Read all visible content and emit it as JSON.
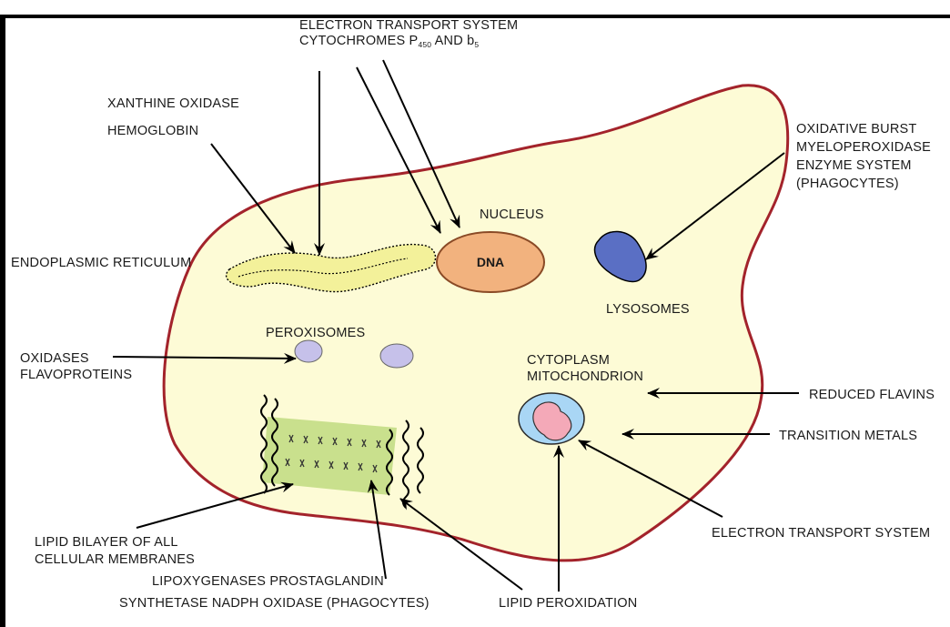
{
  "labels": {
    "ets_top_line1": "ELECTRON TRANSPORT SYSTEM",
    "ets_top_line2_prefix": "CYTOCHROMES P",
    "ets_top_line2_sub1": "450",
    "ets_top_line2_mid": " AND b",
    "ets_top_line2_sub2": "5",
    "xanthine_oxidase": "XANTHINE OXIDASE",
    "hemoglobin": "HEMOGLOBIN",
    "oxidative_burst_line1": "OXIDATIVE BURST",
    "oxidative_burst_line2": "MYELOPEROXIDASE",
    "oxidative_burst_line3": "ENZYME SYSTEM",
    "oxidative_burst_line4": "(PHAGOCYTES)",
    "nucleus": "NUCLEUS",
    "dna": "DNA",
    "endoplasmic_reticulum": "ENDOPLASMIC RETICULUM",
    "lysosomes": "LYSOSOMES",
    "peroxisomes": "PEROXISOMES",
    "oxidases_line1": "OXIDASES",
    "oxidases_line2": "FLAVOPROTEINS",
    "cytoplasm": "CYTOPLASM",
    "mitochondrion": "MITOCHONDRION",
    "reduced_flavins": "REDUCED FLAVINS",
    "transition_metals": "TRANSITION METALS",
    "ets_right": "ELECTRON TRANSPORT SYSTEM",
    "lipid_bilayer_line1": "LIPID BILAYER OF ALL",
    "lipid_bilayer_line2": "CELLULAR MEMBRANES",
    "lipoxygenases_line1": "LIPOXYGENASES PROSTAGLANDIN",
    "lipoxygenases_line2": "SYNTHETASE NADPH OXIDASE (PHAGOCYTES)",
    "lipid_peroxidation": "LIPID PEROXIDATION"
  },
  "colors": {
    "cell_fill": "#fdfbd6",
    "cell_outline": "#a3232b",
    "nucleus_fill": "#f2b27e",
    "nucleus_outline": "#8a4a26",
    "er_fill": "#f3f19a",
    "lysosome_fill": "#5a6fc4",
    "peroxisome_fill": "#c6c1ea",
    "mito_outer": "#a9d6f5",
    "mito_inner": "#f4a9b8",
    "membrane_fill": "#c9e08d",
    "frame": "#000000"
  }
}
